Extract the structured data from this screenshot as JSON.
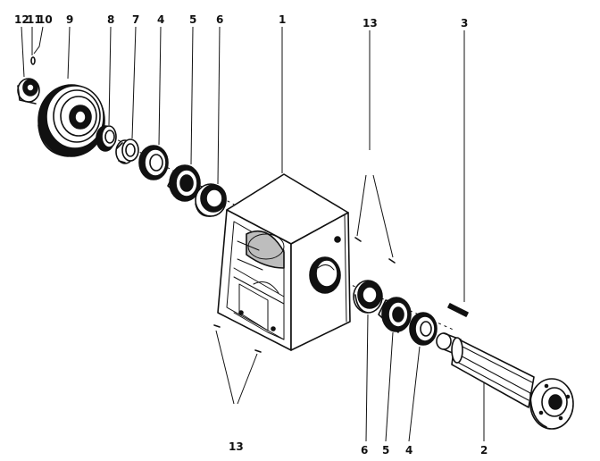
{
  "callouts": {
    "c12": "12",
    "c11": "11",
    "c10": "10",
    "c9": "9",
    "c8": "8",
    "c7": "7",
    "c4_top": "4",
    "c5_top": "5",
    "c6_top": "6",
    "c1": "1",
    "c13_top": "13",
    "c3": "3",
    "c13_bottom": "13",
    "c6_bottom": "6",
    "c5_bottom": "5",
    "c4_bottom": "4",
    "c2": "2"
  },
  "parts": {
    "p1": "gear-housing",
    "p2": "shaft",
    "p3": "key",
    "p4": "washer",
    "p5": "bearing",
    "p6": "bearing-ring",
    "p7": "spacer",
    "p8": "bearing",
    "p9": "pulley",
    "p10": "washer",
    "p11": "lock-washer",
    "p12": "nut",
    "p13": "screw"
  }
}
